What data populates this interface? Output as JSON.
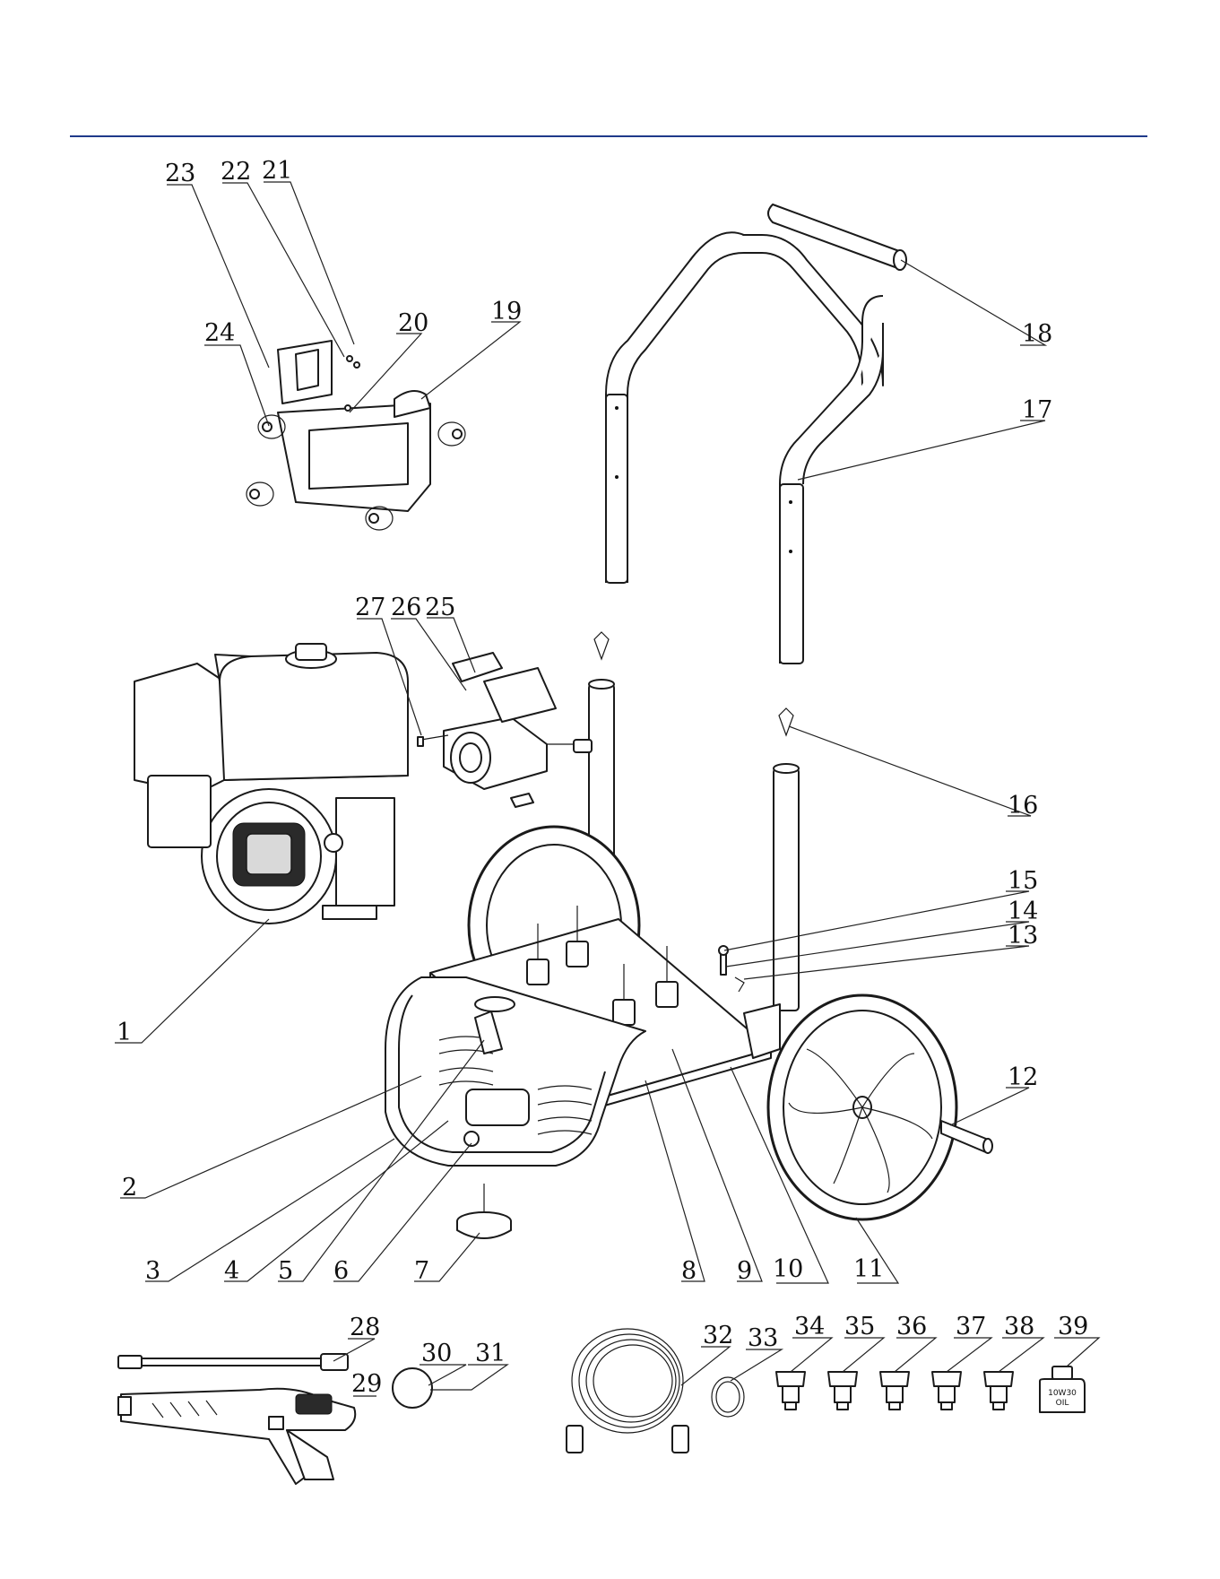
{
  "header": {
    "rule_color": "#1f3a8a"
  },
  "callouts": [
    "1",
    "2",
    "3",
    "4",
    "5",
    "6",
    "7",
    "8",
    "9",
    "10",
    "11",
    "12",
    "13",
    "14",
    "15",
    "16",
    "17",
    "18",
    "19",
    "20",
    "21",
    "22",
    "23",
    "24",
    "25",
    "26",
    "27",
    "28",
    "29",
    "30",
    "31",
    "32",
    "33",
    "34",
    "35",
    "36",
    "37",
    "38",
    "39"
  ],
  "parts": {
    "oil_bottle_label": [
      "10W30",
      "OIL"
    ]
  }
}
